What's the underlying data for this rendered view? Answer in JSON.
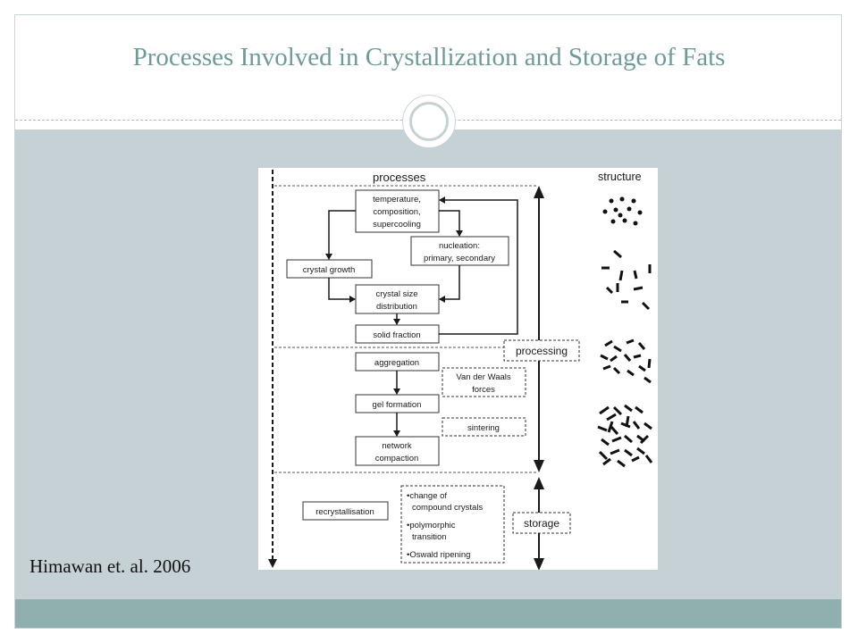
{
  "slide": {
    "title": "Processes Involved in Crystallization and Storage of Fats",
    "citation": "Himawan et. al. 2006"
  },
  "diagram": {
    "header_processes": "processes",
    "header_structure": "structure",
    "boxes": {
      "temperature": [
        "temperature,",
        "composition,",
        "supercooling"
      ],
      "nucleation": [
        "nucleation:",
        "primary, secondary"
      ],
      "crystal_growth": [
        "crystal growth"
      ],
      "crystal_size": [
        "crystal size",
        "distribution"
      ],
      "solid_fraction": [
        "solid fraction"
      ],
      "aggregation": [
        "aggregation"
      ],
      "van_der_waals": [
        "Van der Waals",
        "forces"
      ],
      "gel_formation": [
        "gel formation"
      ],
      "sintering": [
        "sintering"
      ],
      "network_compaction": [
        "network",
        "compaction"
      ],
      "recrystallisation": [
        "recrystallisation"
      ],
      "storage_list": [
        "•change of",
        "compound crystals",
        "•polymorphic",
        "transition",
        "•Oswald ripening"
      ]
    },
    "phase_labels": {
      "processing": "processing",
      "storage": "storage"
    }
  }
}
